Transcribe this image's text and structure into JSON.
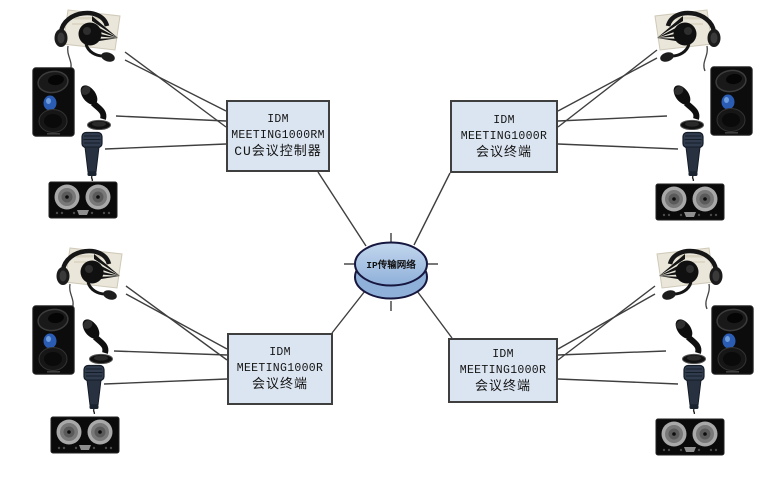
{
  "hub": {
    "label": "IP传输网络"
  },
  "boxes": {
    "tl": {
      "lines": [
        "IDM",
        "MEETING1000RM",
        "CU会议控制器"
      ]
    },
    "tr": {
      "lines": [
        "IDM",
        "MEETING1000R",
        "会议终端"
      ]
    },
    "bl": {
      "lines": [
        "IDM",
        "MEETING1000R",
        "会议终端"
      ]
    },
    "br": {
      "lines": [
        "IDM",
        "MEETING1000R",
        "会议终端"
      ]
    }
  },
  "clusters": {
    "top_left": {
      "equipment": [
        "headset",
        "speaker",
        "desktop-microphone",
        "handheld-microphone",
        "audio-player"
      ]
    },
    "top_right": {
      "equipment": [
        "headset",
        "speaker",
        "desktop-microphone",
        "handheld-microphone",
        "audio-player"
      ]
    },
    "bottom_left": {
      "equipment": [
        "headset",
        "speaker",
        "desktop-microphone",
        "handheld-microphone",
        "audio-player"
      ]
    },
    "bottom_right": {
      "equipment": [
        "headset",
        "speaker",
        "desktop-microphone",
        "handheld-microphone",
        "audio-player"
      ]
    }
  },
  "colors": {
    "background": "#ffffff",
    "box_fill": "#dbe5f1",
    "box_border": "#3f3f3f",
    "hub_fill_top": "#b9d1ec",
    "hub_fill_bottom": "#8fb0d9",
    "hub_stroke": "#16163f",
    "connection_line": "#3f3f3f",
    "speaker_badge_blue": "#2b5cb3"
  }
}
